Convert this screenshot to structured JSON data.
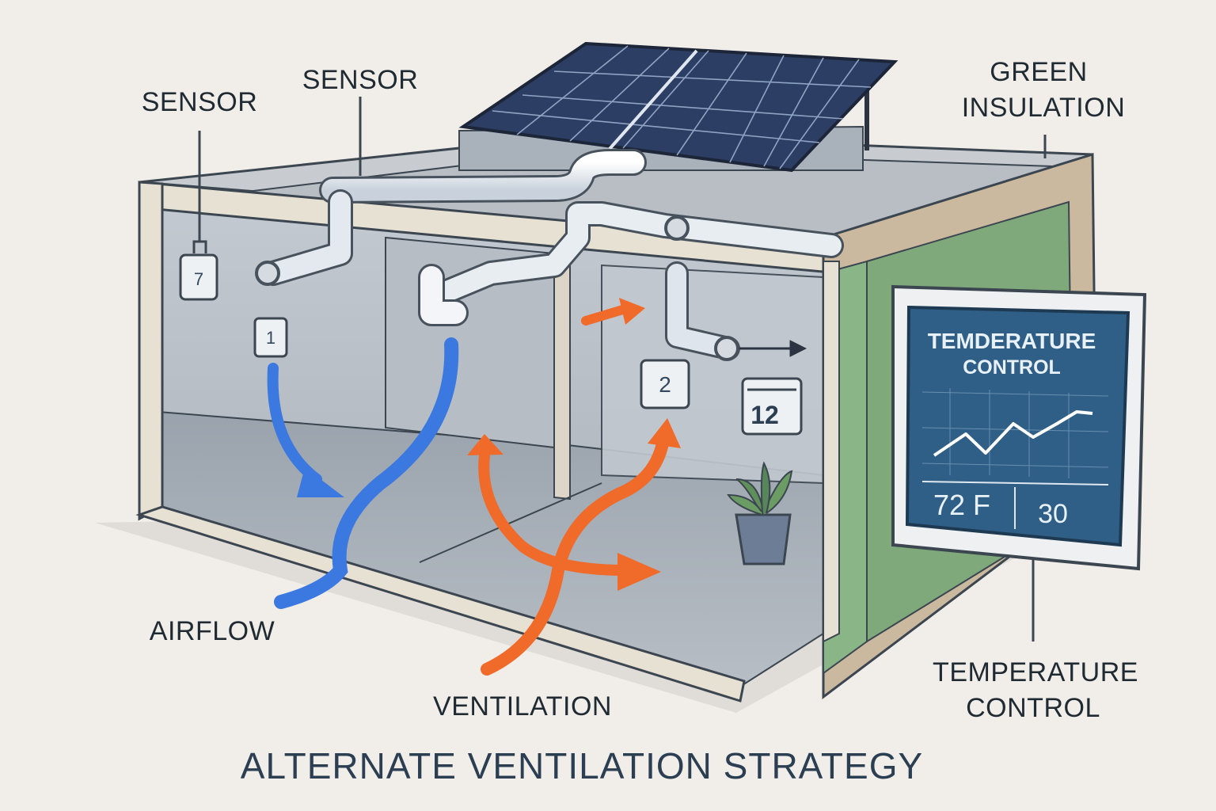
{
  "labels": {
    "sensor_left": "SENSOR",
    "sensor_right": "SENSOR",
    "green_line1": "GREEN",
    "green_line2": "INSULATION",
    "airflow": "AIRFLOW",
    "ventilation": "VENTILATION",
    "temp_line1": "TEMPERATURE",
    "temp_line2": "CONTROL"
  },
  "title": "ALTERNATE VENTILATION STRATEGY",
  "sensors": {
    "wall_tag": "7",
    "tag_1": "1",
    "tag_2": "2",
    "tag_12": "12"
  },
  "panel": {
    "title_line1": "TEMDERATURE",
    "title_line2": "CONTROL",
    "temperature": "72 F",
    "value": "30"
  },
  "colors": {
    "airflow": "#3b78e0",
    "ventilation": "#f06a2a",
    "insulation": "#7fa97b",
    "panel": "#2f5f86",
    "solar": "#2c3e63"
  }
}
